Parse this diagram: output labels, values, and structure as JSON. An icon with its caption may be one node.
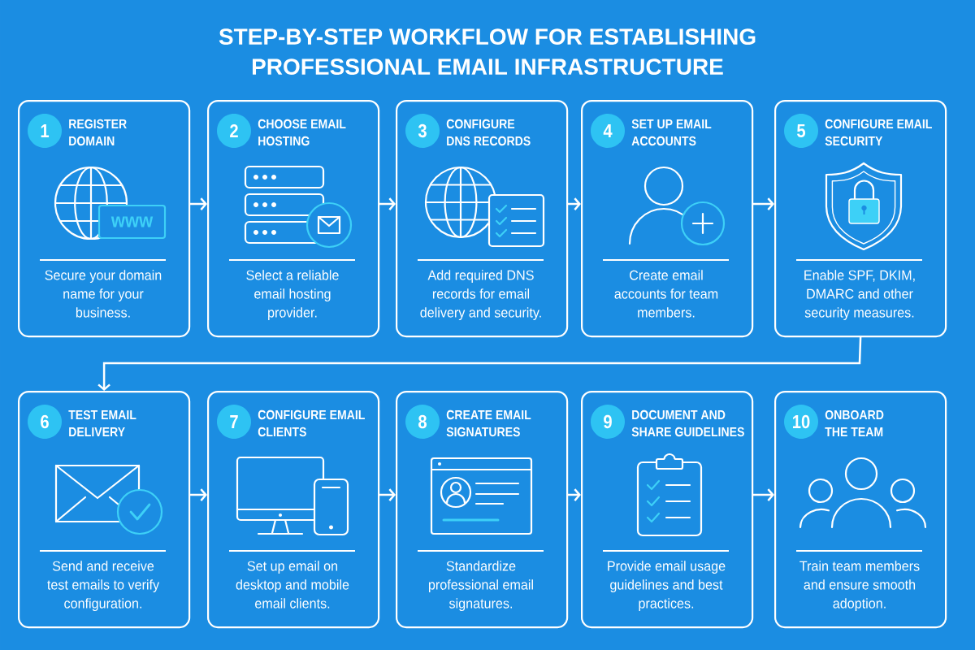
{
  "diagram": {
    "title": "STEP-BY-STEP WORKFLOW FOR ESTABLISHING PROFESSIONAL EMAIL INFRASTRUCTURE",
    "nodes": [
      {
        "text": [
          "REGISTER DOMAIN",
          "Secure your domain name for your business."
        ]
      },
      {
        "text": [
          "1"
        ],
        "in": 0
      },
      {
        "text": [
          "CHOOSE EMAIL HOSTING",
          "Select a reliable email hosting provider."
        ]
      },
      {
        "text": [
          "2"
        ],
        "in": 2
      },
      {
        "text": [
          "CONFIGURE DNS RECORDS",
          "Add required DNS records for email delivery and security."
        ]
      },
      {
        "text": [
          "3"
        ],
        "in": 4
      },
      {
        "text": [
          "SET UP EMAIL ACCOUNTS",
          "Create email accounts for team members."
        ]
      },
      {
        "text": [
          "4"
        ],
        "in": 6
      },
      {
        "text": [
          "CONFIGURE EMAIL SECURITY",
          "Enable SPF, DKIM, DMARC and other security measures."
        ]
      },
      {
        "text": [
          "5"
        ],
        "in": 8
      },
      {
        "text": [
          "TEST EMAIL DELIVERY",
          "Send and receive test emails to verify configuration."
        ]
      },
      {
        "text": [
          "6"
        ],
        "in": 10
      },
      {
        "text": [
          "CONFIGURE EMAIL CLIENTS",
          "Set up email on desktop and mobile email clients."
        ]
      },
      {
        "text": [
          "7"
        ],
        "in": 12
      },
      {
        "text": [
          "CREATE EMAIL SIGNATURES",
          "Standardize professional email signatures."
        ]
      },
      {
        "text": [
          "8"
        ],
        "in": 14
      },
      {
        "text": [
          "DOCUMENT AND SHARE GUIDELINES",
          "Provide email usage guidelines and best practices."
        ]
      },
      {
        "text": [
          "9"
        ],
        "in": 16
      },
      {
        "text": [
          "ONBOARD THE TEAM",
          "Train team members and ensure smooth adoption."
        ]
      },
      {
        "text": [
          "10"
        ],
        "in": 18
      }
    ],
    "edges": [
      {
        "from": 0,
        "to": 2,
        "arrow": "to"
      },
      {
        "from": 2,
        "to": 4,
        "arrow": "to"
      },
      {
        "from": 4,
        "to": 6,
        "arrow": "to"
      },
      {
        "from": 6,
        "to": 8,
        "arrow": "to"
      },
      {
        "from": 8,
        "to": 10,
        "arrow": "to"
      },
      {
        "from": 10,
        "to": 12,
        "arrow": "to"
      },
      {
        "from": 12,
        "to": 14,
        "arrow": "to"
      },
      {
        "from": 14,
        "to": 16,
        "arrow": "to"
      },
      {
        "from": 16,
        "to": 18,
        "arrow": "to"
      }
    ],
    "labels": [
      "www"
    ]
  }
}
